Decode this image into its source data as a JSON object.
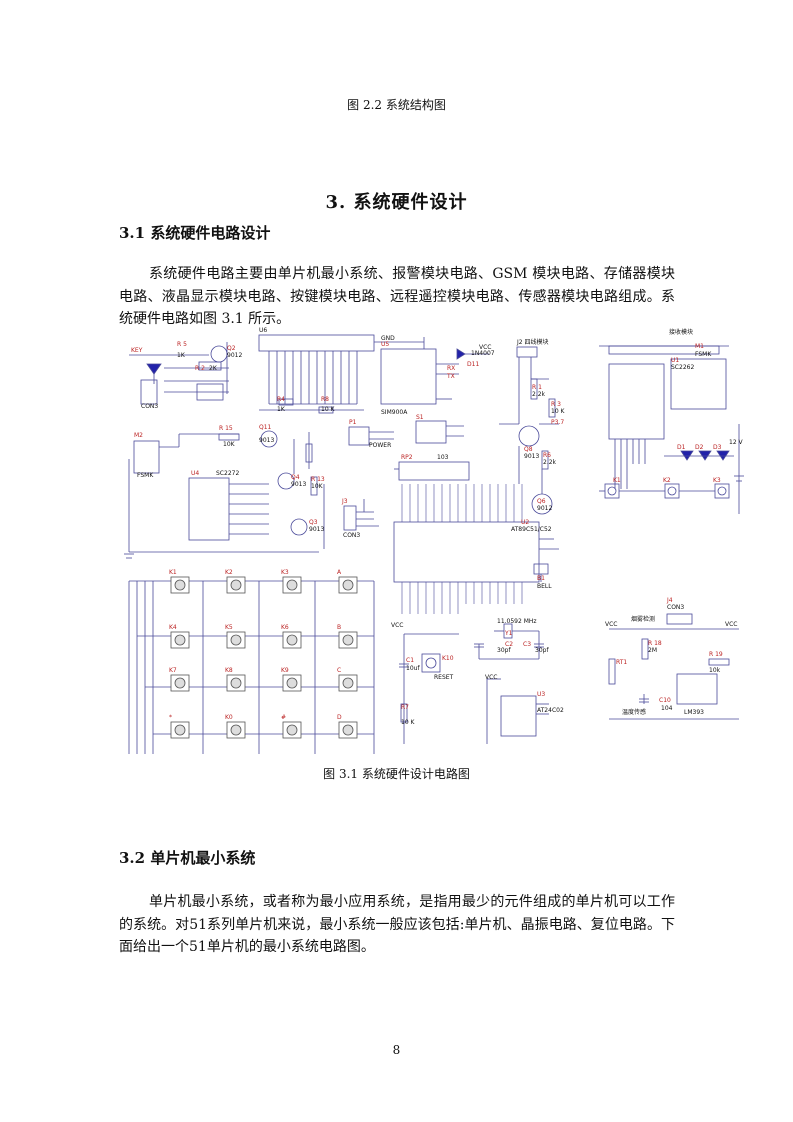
{
  "figure_top_caption": "图 2.2  系统结构图",
  "chapter_heading": "3.  系统硬件设计",
  "section_1": {
    "heading": "3.1 系统硬件电路设计",
    "paragraph": "系统硬件电路主要由单片机最小系统、报警模块电路、GSM 模块电路、存储器模块电路、液晶显示模块电路、按键模块电路、远程遥控模块电路、传感器模块电路组成。系统硬件电路如图 3.1 所示。"
  },
  "schematic": {
    "labels": {
      "key": "KEY",
      "r5": "R 5",
      "r5v": "1K",
      "q2": "Q2",
      "q2v": "9012",
      "r2": "R 2",
      "r2v": "2K",
      "con3": "CON3",
      "u6": "U6",
      "u5": "U5",
      "sim900a": "SIM900A",
      "gnd": "GND",
      "vcc": "VCC",
      "in4007": "1N4007",
      "d11": "D11",
      "rx": "RX",
      "tx": "TX",
      "j2": "J2 四线模块",
      "r1": "R 1",
      "r1v": "2.2k",
      "r3": "R 3",
      "r3v": "10 K",
      "q8": "Q8",
      "q8v": "9013",
      "p37": "P3.7",
      "r6": "R6",
      "r6v": "2.2k",
      "q6": "Q6",
      "q6v": "9012",
      "m1": "M1",
      "fsmk": "FSMK",
      "u1": "U1",
      "sc2262": "SC2262",
      "v12": "12 V",
      "d1": "D1",
      "d2": "D2",
      "d3": "D3",
      "k1": "K1",
      "k2": "K2",
      "k3": "K3",
      "m2": "M2",
      "u4": "U4",
      "sc2272": "SC2272",
      "r15": "R 15",
      "r15v": "10K",
      "q11": "Q11",
      "q11v": "9013",
      "r4": "R4",
      "r4v": "1K",
      "r8": "R8",
      "r8v": "10 K",
      "s1": "S1",
      "power": "POWER",
      "p1": "P1",
      "q4": "Q4",
      "q4v": "9013",
      "r13": "R 13",
      "r13v": "10K",
      "q3": "Q3",
      "q3v": "9013",
      "j3": "J3",
      "rp2": "RP2",
      "rp2v": "103",
      "u2": "U2",
      "at89c51": "AT89C51/C52",
      "b1": "B1",
      "bell": "BELL",
      "y1": "Y1",
      "crystal": "11.0592 MHz",
      "c2": "C2",
      "c3": "C3",
      "c30p": "30pf",
      "c1": "C1",
      "c1v": "10uf",
      "reset": "RESET",
      "k10": "K10",
      "r7": "R7",
      "r7v": "10 K",
      "u3": "U3",
      "at24c02": "AT24C02",
      "j4": "J4",
      "con3b": "CON3",
      "r18": "R 18",
      "r18v": "2M",
      "rt1": "RT1",
      "r19": "R 19",
      "r19v": "10k",
      "c10": "C10",
      "c10v": "104",
      "lm393": "LM393",
      "smoke": "烟雾检测",
      "temp": "温度传感",
      "receiver": "接收模块",
      "keys": [
        "K1",
        "K2",
        "K3",
        "A",
        "K4",
        "K5",
        "K6",
        "B",
        "K7",
        "K8",
        "K9",
        "C",
        "*",
        "K0",
        "#",
        "D"
      ]
    }
  },
  "figure_caption": "图 3.1  系统硬件设计电路图",
  "section_2": {
    "heading": "3.2 单片机最小系统",
    "paragraph": "单片机最小系统，或者称为最小应用系统，是指用最少的元件组成的单片机可以工作的系统。对51系列单片机来说，最小系统一般应该包括:单片机、晶振电路、复位电路。下面给出一个51单片机的最小系统电路图。"
  },
  "page_number": "8"
}
